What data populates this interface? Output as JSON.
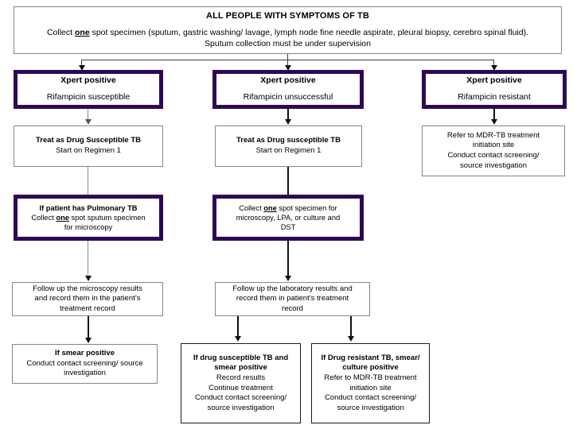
{
  "chart_data": {
    "type": "diagram",
    "title": "ALL PEOPLE WITH SYMPTOMS OF TB",
    "subtype": "clinical-flowchart",
    "accent_color": "#2E0854",
    "border_color": "#868686"
  },
  "header": {
    "title": "ALL PEOPLE WITH SYMPTOMS OF TB",
    "line1_pre": "Collect ",
    "line1_em": "one",
    "line1_post": " spot specimen (sputum, gastric washing/ lavage, lymph node fine needle aspirate, pleural biopsy, cerebro spinal fluid).",
    "line2": "Sputum collection must be under supervision"
  },
  "columns": {
    "left": {
      "xpert": {
        "title": "Xpert positive",
        "sub": "Rifampicin susceptible"
      },
      "treat": {
        "line1": "Treat as Drug Susceptible TB",
        "line2": "Start on Regimen 1"
      },
      "collect": {
        "line1": "If patient has Pulmonary TB",
        "line2_pre": "Collect ",
        "line2_em": "one",
        "line2_post": " spot sputum specimen",
        "line3": "for microscopy"
      },
      "followup": {
        "line1": "Follow up the microscopy results",
        "line2": "and record them in the patient’s",
        "line3": "treatment record"
      },
      "outcome": {
        "line1": "If smear positive",
        "line2": "Conduct contact screening/ source",
        "line3": "investigation"
      }
    },
    "middle": {
      "xpert": {
        "title": "Xpert positive",
        "sub": "Rifampicin unsuccessful"
      },
      "treat": {
        "line1": "Treat as Drug susceptible TB",
        "line2": "Start on Regimen 1"
      },
      "collect": {
        "line1_pre": "Collect ",
        "line1_em": "one",
        "line1_post": " spot specimen for",
        "line2": "microscopy, LPA, or culture and",
        "line3": "DST"
      },
      "followup": {
        "line1": "Follow up the laboratory results and",
        "line2": "record them in patient’s treatment",
        "line3": "record"
      },
      "outcome_susceptible": {
        "line1": "If drug susceptible TB and",
        "line2": "smear positive",
        "line3": "Record results",
        "line4": "Continue treatment",
        "line5": "Conduct contact screening/",
        "line6": "source investigation"
      },
      "outcome_resistant": {
        "line1": "If Drug resistant TB, smear/",
        "line2": "culture positive",
        "line3": "Refer to MDR-TB treatment",
        "line4": "initiation site",
        "line5": "Conduct contact screening/",
        "line6": "source investigation"
      }
    },
    "right": {
      "xpert": {
        "title": "Xpert positive",
        "sub": "Rifampicin resistant"
      },
      "refer": {
        "line1": "Refer to MDR-TB treatment",
        "line2": "initiation site",
        "line3": "Conduct contact screening/",
        "line4": "source investigation"
      }
    }
  }
}
